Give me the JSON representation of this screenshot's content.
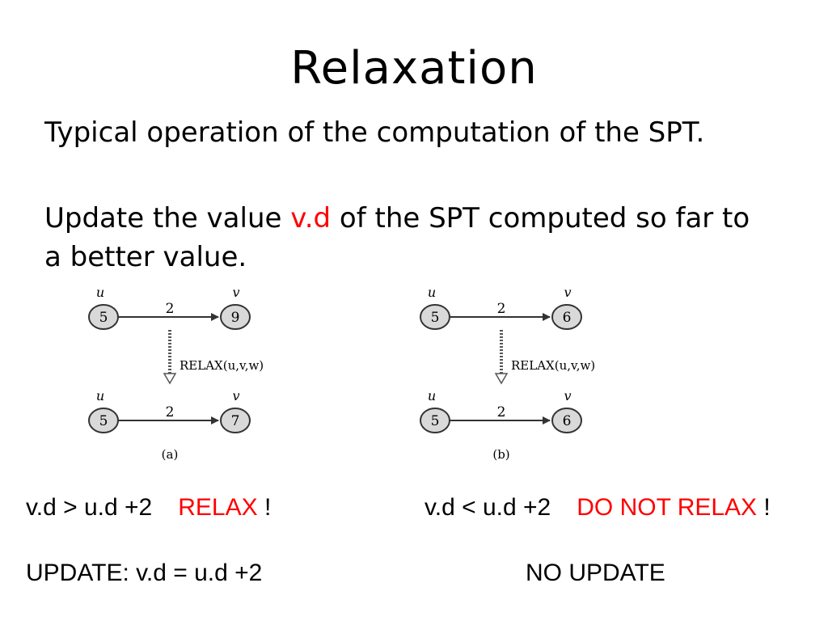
{
  "title": "Relaxation",
  "paragraph1": "Typical operation of the computation of the SPT.",
  "paragraph2": {
    "before": "Update the value ",
    "highlight": "v.d",
    "after": " of the SPT computed so far to a better value."
  },
  "diagram_a": {
    "top_u_label": "u",
    "top_v_label": "v",
    "top_u_value": "5",
    "top_weight": "2",
    "top_v_value": "9",
    "relax_label": "RELAX(u,v,w)",
    "bottom_u_label": "u",
    "bottom_v_label": "v",
    "bottom_u_value": "5",
    "bottom_weight": "2",
    "bottom_v_value": "7",
    "caption": "(a)"
  },
  "diagram_b": {
    "top_u_label": "u",
    "top_v_label": "v",
    "top_u_value": "5",
    "top_weight": "2",
    "top_v_value": "6",
    "relax_label": "RELAX(u,v,w)",
    "bottom_u_label": "u",
    "bottom_v_label": "v",
    "bottom_u_value": "5",
    "bottom_weight": "2",
    "bottom_v_value": "6",
    "caption": "(b)"
  },
  "case_a": {
    "condition": "v.d > u.d +2",
    "verdict": "RELAX",
    "suffix": " !",
    "update": "UPDATE: v.d = u.d +2"
  },
  "case_b": {
    "condition": "v.d < u.d +2",
    "verdict": "DO NOT RELAX",
    "suffix": " !",
    "update": "NO UPDATE"
  },
  "colors": {
    "highlight": "#ff0000",
    "node_fill": "#d9d9d9",
    "node_stroke": "#333333"
  }
}
